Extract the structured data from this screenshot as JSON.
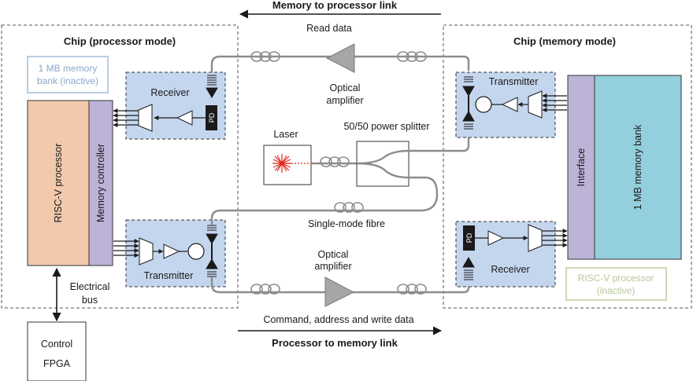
{
  "links": {
    "top": "Memory to processor link",
    "bottom": "Processor to memory link"
  },
  "chips": {
    "left_title": "Chip (processor mode)",
    "right_title": "Chip (memory mode)"
  },
  "left": {
    "inactive_bank": [
      "1 MB memory",
      "bank (inactive)"
    ],
    "processor": "RISC-V processor",
    "memory_controller": "Memory controller",
    "receiver": "Receiver",
    "transmitter": "Transmitter",
    "pd": "PD",
    "electrical_bus": [
      "Electrical",
      "bus"
    ]
  },
  "right": {
    "transmitter": "Transmitter",
    "receiver": "Receiver",
    "pd": "PD",
    "interface": "Interface",
    "memory_bank": "1 MB memory bank",
    "inactive_processor": [
      "RISC-V processor",
      "(inactive)"
    ]
  },
  "center": {
    "read_data": "Read data",
    "optical_amp_top": [
      "Optical",
      "amplifier"
    ],
    "laser": "Laser",
    "splitter": "50/50 power splitter",
    "fibre": "Single-mode fibre",
    "optical_amp_bottom": [
      "Optical",
      "amplifier"
    ],
    "command": "Command, address and write data"
  },
  "fpga": [
    "Control",
    "FPGA"
  ],
  "colors": {
    "processor": "#f2c9ac",
    "controller": "#bcb3d6",
    "block": "#c4d6ee",
    "membank": "#93cfdc",
    "inactive_bank_text": "#8aa8c8",
    "inactive_proc_text": "#b6c79a",
    "fiber": "#8c8c8c",
    "laser": "#e0261b"
  }
}
